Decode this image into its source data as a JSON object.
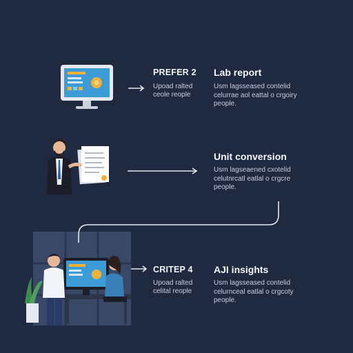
{
  "steps": [
    {
      "label": "PREFER 2",
      "label_desc": "Upoad ralted\nceole reople",
      "title": "Lab report",
      "desc": "Usm lagsseased contelid\ncelurrae aol eattal o crgoiry\npeople."
    },
    {
      "label": "",
      "label_desc": "",
      "title": "Unit conversion",
      "desc": "Usm lagseaened cxotelid\ncelutnrcatl eatlal o crgcre\npeople."
    },
    {
      "label": "CRITEP 4",
      "label_desc": "Upoad ralted\ncelital reople",
      "title": "AJI insights",
      "desc": "Usm lagsseased contelid\ncelurnceal eatlal o crgcoty\npeople."
    }
  ],
  "colors": {
    "background": "#1f2a40",
    "accent_yellow": "#f2b233",
    "screen_blue": "#3d9bd8",
    "monitor_frame": "#e6eaf0"
  }
}
